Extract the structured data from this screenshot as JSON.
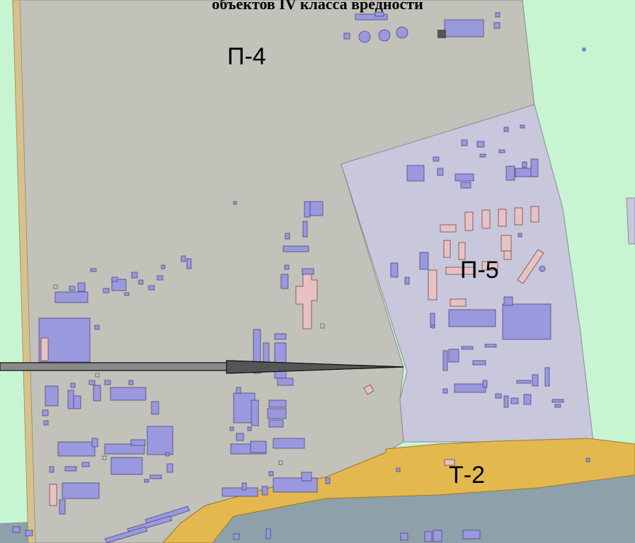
{
  "map": {
    "title_fragment": "объектов IV класса вредности",
    "zones": [
      {
        "id": "p4",
        "label": "П-4"
      },
      {
        "id": "p5",
        "label": "П-5"
      },
      {
        "id": "t2",
        "label": "Т-2"
      }
    ],
    "colors": {
      "p4_zone": "#c2c1ba",
      "p5_zone": "#c9c7dc",
      "t2_zone": "#e3b84f",
      "green_zone": "#c7f5d2",
      "water_zone": "#8ea0a9",
      "road_strip": "#d6c28e",
      "building_blue": "#9a98de",
      "building_pink": "#e8c2c2",
      "arrow": "#555555"
    },
    "legend_items": [
      "arrow-pointer"
    ]
  }
}
